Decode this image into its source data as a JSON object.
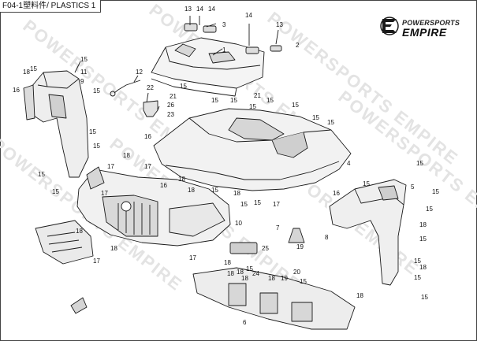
{
  "header": {
    "title": "F04-1塑料件/ PLASTICS 1"
  },
  "logo": {
    "top_text": "POWERSPORTS",
    "main_text": "EMPIRE"
  },
  "watermark": {
    "text": "POWERSPORTS EMPIRE"
  },
  "callouts": [
    {
      "id": "c13a",
      "label": "13"
    },
    {
      "id": "c14a",
      "label": "14"
    },
    {
      "id": "c14b",
      "label": "14"
    },
    {
      "id": "c3",
      "label": "3"
    },
    {
      "id": "c14c",
      "label": "14"
    },
    {
      "id": "c13b",
      "label": "13"
    },
    {
      "id": "c2",
      "label": "2"
    },
    {
      "id": "c1",
      "label": "1"
    },
    {
      "id": "c15a",
      "label": "15"
    },
    {
      "id": "c18a",
      "label": "18"
    },
    {
      "id": "c15b",
      "label": "15"
    },
    {
      "id": "c16a",
      "label": "16"
    },
    {
      "id": "c11",
      "label": "11"
    },
    {
      "id": "c9",
      "label": "9"
    },
    {
      "id": "c15c",
      "label": "15"
    },
    {
      "id": "c12",
      "label": "12"
    },
    {
      "id": "c22",
      "label": "22"
    },
    {
      "id": "c21a",
      "label": "21"
    },
    {
      "id": "c26",
      "label": "26"
    },
    {
      "id": "c23",
      "label": "23"
    },
    {
      "id": "c21b",
      "label": "21"
    },
    {
      "id": "c15d",
      "label": "15"
    },
    {
      "id": "c15e",
      "label": "15"
    },
    {
      "id": "c15f",
      "label": "15"
    },
    {
      "id": "c15g",
      "label": "15"
    },
    {
      "id": "c15h",
      "label": "15"
    },
    {
      "id": "c15i",
      "label": "15"
    },
    {
      "id": "c15j",
      "label": "15"
    },
    {
      "id": "c4",
      "label": "4"
    },
    {
      "id": "c16b",
      "label": "16"
    },
    {
      "id": "c17a",
      "label": "17"
    },
    {
      "id": "c15k",
      "label": "15"
    },
    {
      "id": "c15l",
      "label": "15"
    },
    {
      "id": "c18b",
      "label": "18"
    },
    {
      "id": "c17b",
      "label": "17"
    },
    {
      "id": "c15m",
      "label": "15"
    },
    {
      "id": "c17c",
      "label": "17"
    },
    {
      "id": "c18c",
      "label": "18"
    },
    {
      "id": "c16c",
      "label": "16"
    },
    {
      "id": "c18d",
      "label": "18"
    },
    {
      "id": "c15n",
      "label": "15"
    },
    {
      "id": "c15o",
      "label": "15"
    },
    {
      "id": "c17d",
      "label": "17"
    },
    {
      "id": "c15p",
      "label": "15"
    },
    {
      "id": "c18e",
      "label": "18"
    },
    {
      "id": "c15q",
      "label": "15"
    },
    {
      "id": "c10",
      "label": "10"
    },
    {
      "id": "c18f",
      "label": "18"
    },
    {
      "id": "c17e",
      "label": "17"
    },
    {
      "id": "c18g",
      "label": "18"
    },
    {
      "id": "c7",
      "label": "7"
    },
    {
      "id": "c8",
      "label": "8"
    },
    {
      "id": "c19a",
      "label": "19"
    },
    {
      "id": "c25",
      "label": "25"
    },
    {
      "id": "c17f",
      "label": "17"
    },
    {
      "id": "c18h",
      "label": "18"
    },
    {
      "id": "c18i",
      "label": "18"
    },
    {
      "id": "c16d",
      "label": "16"
    },
    {
      "id": "c15r",
      "label": "15"
    },
    {
      "id": "c5",
      "label": "5"
    },
    {
      "id": "c15s",
      "label": "15"
    },
    {
      "id": "c15t",
      "label": "15"
    },
    {
      "id": "c15u",
      "label": "15"
    },
    {
      "id": "c18j",
      "label": "18"
    },
    {
      "id": "c15v",
      "label": "15"
    },
    {
      "id": "c15w",
      "label": "15"
    },
    {
      "id": "c18k",
      "label": "18"
    },
    {
      "id": "c15x",
      "label": "15"
    },
    {
      "id": "c18l",
      "label": "18"
    },
    {
      "id": "c15y",
      "label": "15"
    },
    {
      "id": "c18m",
      "label": "18"
    },
    {
      "id": "c24",
      "label": "24"
    },
    {
      "id": "c18n",
      "label": "18"
    },
    {
      "id": "c19b",
      "label": "19"
    },
    {
      "id": "c20",
      "label": "20"
    },
    {
      "id": "c15z",
      "label": "15"
    },
    {
      "id": "c18o",
      "label": "18"
    },
    {
      "id": "c6",
      "label": "6"
    },
    {
      "id": "c15aa",
      "label": "15"
    },
    {
      "id": "c15ab",
      "label": "15"
    }
  ]
}
